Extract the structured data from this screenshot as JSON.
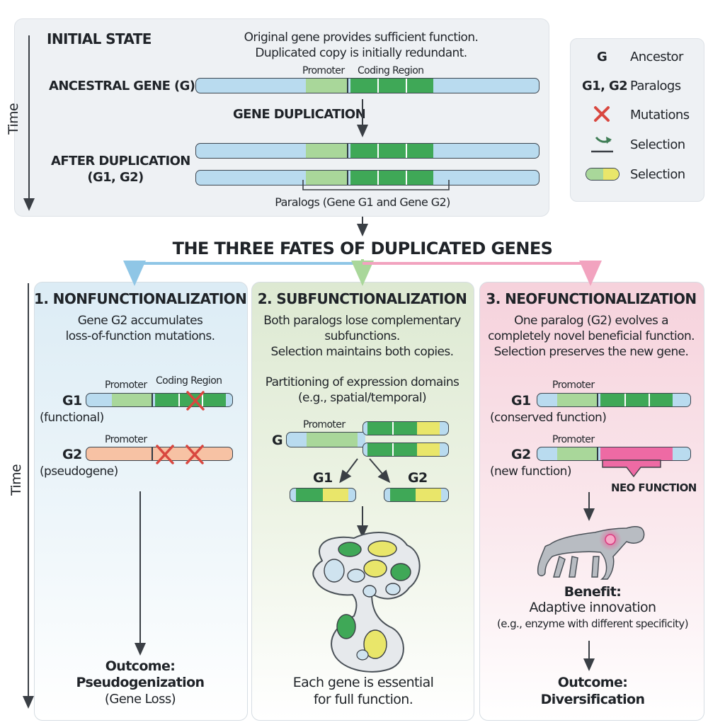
{
  "time_label": "Time",
  "initial": {
    "title": "INITIAL STATE",
    "note_line1": "Original gene provides sufficient function.",
    "note_line2": "Duplicated copy is initially redundant.",
    "ancestral_label": "ANCESTRAL GENE (G)",
    "promoter_label": "Promoter",
    "coding_label": "Coding Region",
    "duplication_label": "GENE DUPLICATION",
    "after_line1": "AFTER DUPLICATION",
    "after_line2": "(G1, G2)",
    "paralogs_caption": "Paralogs (Gene G1 and Gene G2)"
  },
  "legend": {
    "items": [
      {
        "symbol": "G",
        "label": "Ancestor"
      },
      {
        "symbol": "G1, G2",
        "label": "Paralogs"
      },
      {
        "symbol": "red-x-icon",
        "label": "Mutations"
      },
      {
        "symbol": "selection-arrow-icon",
        "label": "Selection"
      },
      {
        "symbol": "gene-capsule-icon",
        "label": "Selection"
      }
    ]
  },
  "main_title": "THE THREE FATES OF DUPLICATED GENES",
  "fates": [
    {
      "title": "1. NONFUNCTIONALIZATION",
      "desc_lines": [
        "Gene G2 accumulates",
        "loss-of-function mutations."
      ],
      "promoter_label": "Promoter",
      "coding_label": "Coding Region",
      "g1_label": "G1",
      "g1_sub": "(functional)",
      "g2_label": "G2",
      "g2_sub": "(pseudogene)",
      "outcome_label": "Outcome:",
      "outcome_value": "Pseudogenization",
      "outcome_note": "(Gene Loss)"
    },
    {
      "title": "2. SUBFUNCTIONALIZATION",
      "desc_lines": [
        "Both paralogs lose complementary",
        "subfunctions.",
        "Selection maintains both copies."
      ],
      "partition_line1": "Partitioning of expression domains",
      "partition_line2": "(e.g., spatial/temporal)",
      "promoter_label": "Promoter",
      "g_label": "G",
      "g1_label": "G1",
      "g2_label": "G2",
      "footer_line1": "Each gene is essential",
      "footer_line2": "for full function."
    },
    {
      "title": "3. NEOFUNCTIONALIZATION",
      "desc_lines": [
        "One paralog (G2) evolves a",
        "completely novel beneficial function.",
        "Selection preserves the new gene."
      ],
      "promoter_label": "Promoter",
      "g1_label": "G1",
      "g1_sub": "(conserved function)",
      "g2_label": "G2",
      "g2_sub": "(new function)",
      "neo_label": "NEO FUNCTION",
      "benefit_label": "Benefit:",
      "benefit_value": "Adaptive innovation",
      "benefit_note": "(e.g., enzyme with different specificity)",
      "outcome_label": "Outcome:",
      "outcome_value": "Diversification"
    }
  ],
  "colors": {
    "promoter": "#a9d79a",
    "coding": "#3fa857",
    "flank": "#b9dbef",
    "subfunction": "#e9e66a",
    "pseudogene": "#f7c2a4",
    "neo": "#ee6aa4",
    "mutation": "#d9473f"
  }
}
